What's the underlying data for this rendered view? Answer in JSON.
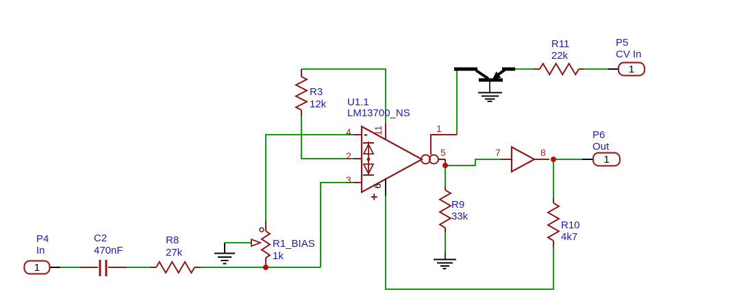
{
  "schematic": {
    "components": {
      "u1": {
        "ref": "U1.1",
        "value": "LM13700_NS",
        "pin_numbers": {
          "inverting": "4",
          "diode_bias": "2",
          "noninverting": "3",
          "amp_bias": "1",
          "output": "5",
          "buffer_input": "7",
          "buffer_output": "8",
          "v_plus": "11",
          "v_minus": "6"
        },
        "polarity_marks": {
          "minus": "-",
          "plus": "+"
        }
      },
      "c2": {
        "ref": "C2",
        "value": "470nF"
      },
      "r8": {
        "ref": "R8",
        "value": "27k"
      },
      "r1": {
        "ref": "R1_BIAS",
        "value": "1k"
      },
      "r3": {
        "ref": "R3",
        "value": "12k"
      },
      "r9": {
        "ref": "R9",
        "value": "33k"
      },
      "r10": {
        "ref": "R10",
        "value": "4k7"
      },
      "r11": {
        "ref": "R11",
        "value": "22k"
      }
    },
    "ports": {
      "p4": {
        "ref": "P4",
        "label": "In",
        "pin": "1"
      },
      "p5": {
        "ref": "P5",
        "label": "CV In",
        "pin": "1"
      },
      "p6": {
        "ref": "P6",
        "label": "Out",
        "pin": "1"
      }
    },
    "colors": {
      "wire": "#0f9b0f",
      "symbol": "#8e1616",
      "pin_number": "#a32222",
      "label": "#1d1da6",
      "junction": "#b40f0f",
      "port_border": "#9c2121",
      "device_black": "#000000",
      "background": "#ffffff"
    }
  }
}
